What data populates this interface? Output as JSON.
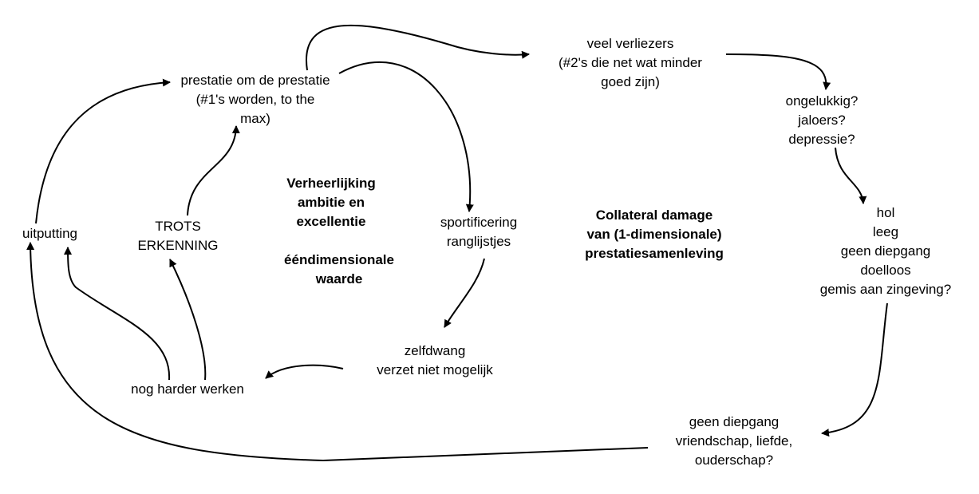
{
  "nodes": {
    "prestatie": [
      "prestatie om de prestatie",
      "(#1's worden, to the",
      "max)"
    ],
    "verliezers": [
      "veel verliezers",
      "(#2's die net wat minder",
      "goed zijn)"
    ],
    "ongelukkig": [
      "ongelukkig?",
      "jaloers?",
      "depressie?"
    ],
    "hol": [
      "hol",
      "leeg",
      "geen diepgang",
      "doelloos",
      "gemis aan zingeving?"
    ],
    "sportificering": [
      "sportificering",
      "ranglijstjes"
    ],
    "trots": [
      "TROTS",
      "ERKENNING"
    ],
    "uitputting": [
      "uitputting"
    ],
    "zelfdwang": [
      "zelfdwang",
      "verzet niet mogelijk"
    ],
    "harder": [
      "nog harder werken"
    ],
    "diepgang": [
      "geen diepgang",
      "vriendschap, liefde,",
      "ouderschap?"
    ]
  },
  "titles": {
    "verheerlijking": [
      "Verheerlijking",
      "ambitie en",
      "excellentie"
    ],
    "eendimensionale": [
      "ééndimensionale",
      "waarde"
    ],
    "collateral": [
      "Collateral damage",
      "van (1-dimensionale)",
      "prestatiesamenleving"
    ]
  },
  "colors": {
    "stroke": "#000000",
    "text": "#000000",
    "background": "#ffffff"
  }
}
